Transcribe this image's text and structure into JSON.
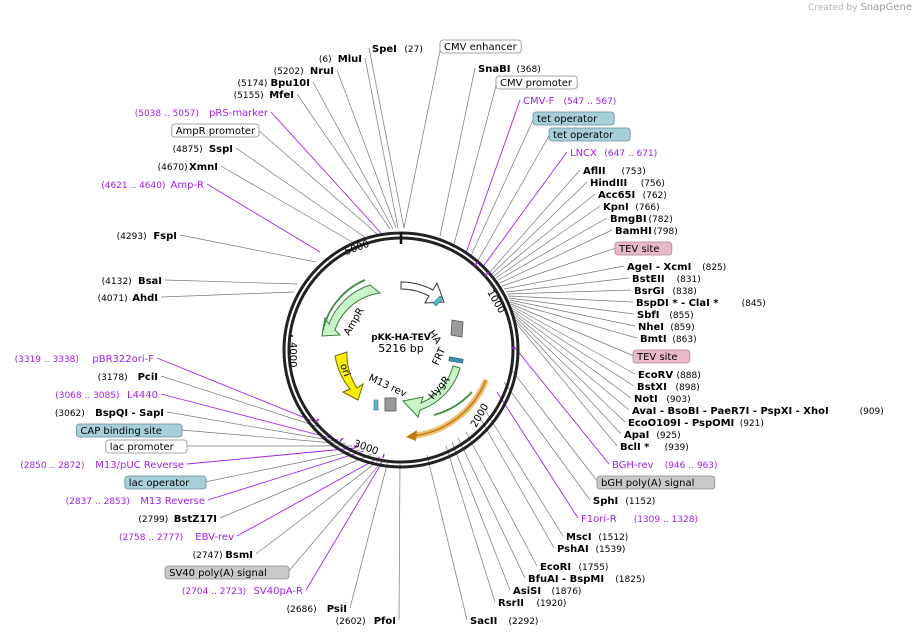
{
  "watermark": {
    "prefix": "Created by",
    "brand": "SnapGene"
  },
  "plasmid": {
    "name": "pKK-HA-TEV",
    "length": "5216 bp"
  },
  "ticks": [
    "1000",
    "2000",
    "3000",
    "4000",
    "5000"
  ],
  "map_features": [
    "HA",
    "FRT",
    "HygR",
    "AmpR",
    "ori",
    "M13 rev"
  ],
  "enzymes_right": [
    {
      "name": "SpeI",
      "pos": "(27)"
    },
    {
      "name": "SnaBI",
      "pos": "(368)"
    },
    {
      "name": "AflII",
      "pos": "(753)"
    },
    {
      "name": "HindIII",
      "pos": "(756)"
    },
    {
      "name": "Acc65I",
      "pos": "(762)"
    },
    {
      "name": "KpnI",
      "pos": "(766)"
    },
    {
      "name": "BmgBI",
      "pos": "(782)"
    },
    {
      "name": "BamHI",
      "pos": "(798)"
    },
    {
      "name": "AgeI - XcmI",
      "pos": "(825)"
    },
    {
      "name": "BstEII",
      "pos": "(831)"
    },
    {
      "name": "BsrGI",
      "pos": "(838)"
    },
    {
      "name": "BspDI * - ClaI *",
      "pos": "(845)"
    },
    {
      "name": "SbfI",
      "pos": "(855)"
    },
    {
      "name": "NheI",
      "pos": "(859)"
    },
    {
      "name": "BmtI",
      "pos": "(863)"
    },
    {
      "name": "EcoRV",
      "pos": "(888)"
    },
    {
      "name": "BstXI",
      "pos": "(898)"
    },
    {
      "name": "NotI",
      "pos": "(903)"
    },
    {
      "name": "AvaI - BsoBI - PaeR7I - PspXI - XhoI",
      "pos": "(909)"
    },
    {
      "name": "EcoO109I - PspOMI",
      "pos": "(921)"
    },
    {
      "name": "ApaI",
      "pos": "(925)"
    },
    {
      "name": "BclI *",
      "pos": "(939)"
    },
    {
      "name": "SphI",
      "pos": "(1152)"
    },
    {
      "name": "MscI",
      "pos": "(1512)"
    },
    {
      "name": "PshAI",
      "pos": "(1539)"
    },
    {
      "name": "EcoRI",
      "pos": "(1755)"
    },
    {
      "name": "BfuAI - BspMI",
      "pos": "(1825)"
    },
    {
      "name": "AsiSI",
      "pos": "(1876)"
    },
    {
      "name": "RsrII",
      "pos": "(1920)"
    },
    {
      "name": "SacII",
      "pos": "(2292)"
    }
  ],
  "enzymes_left": [
    {
      "name": "MluI",
      "pos": "(6)"
    },
    {
      "name": "NruI",
      "pos": "(5202)"
    },
    {
      "name": "Bpu10I",
      "pos": "(5174)"
    },
    {
      "name": "MfeI",
      "pos": "(5155)"
    },
    {
      "name": "SspI",
      "pos": "(4875)"
    },
    {
      "name": "XmnI",
      "pos": "(4670)"
    },
    {
      "name": "FspI",
      "pos": "(4293)"
    },
    {
      "name": "BsaI",
      "pos": "(4132)"
    },
    {
      "name": "AhdI",
      "pos": "(4071)"
    },
    {
      "name": "PciI",
      "pos": "(3178)"
    },
    {
      "name": "BspQI - SapI",
      "pos": "(3062)"
    },
    {
      "name": "BstZ17I",
      "pos": "(2799)"
    },
    {
      "name": "BsmI",
      "pos": "(2747)"
    },
    {
      "name": "PsiI",
      "pos": "(2686)"
    },
    {
      "name": "PfoI",
      "pos": "(2602)"
    }
  ],
  "primers": [
    {
      "name": "CMV-F",
      "pos": "(547 .. 567)"
    },
    {
      "name": "LNCX",
      "pos": "(647 .. 671)"
    },
    {
      "name": "BGH-rev",
      "pos": "(946 .. 963)"
    },
    {
      "name": "F1ori-R",
      "pos": "(1309 .. 1328)"
    },
    {
      "name": "pRS-marker",
      "pos": "(5038 .. 5057)"
    },
    {
      "name": "Amp-R",
      "pos": "(4621 .. 4640)"
    },
    {
      "name": "pBR322ori-F",
      "pos": "(3319 .. 3338)"
    },
    {
      "name": "L4440",
      "pos": "(3068 .. 3085)"
    },
    {
      "name": "M13/pUC Reverse",
      "pos": "(2850 .. 2872)"
    },
    {
      "name": "M13 Reverse",
      "pos": "(2837 .. 2853)"
    },
    {
      "name": "EBV-rev",
      "pos": "(2758 .. 2777)"
    },
    {
      "name": "SV40pA-R",
      "pos": "(2704 .. 2723)"
    }
  ],
  "feature_boxes": [
    {
      "name": "CMV enhancer",
      "style": "white"
    },
    {
      "name": "CMV promoter",
      "style": "white"
    },
    {
      "name": "tet operator",
      "style": "teal"
    },
    {
      "name": "tet operator",
      "style": "teal"
    },
    {
      "name": "TEV site",
      "style": "pink"
    },
    {
      "name": "TEV site",
      "style": "pink"
    },
    {
      "name": "bGH poly(A) signal",
      "style": "gray"
    },
    {
      "name": "AmpR promoter",
      "style": "white"
    },
    {
      "name": "CAP binding site",
      "style": "teal"
    },
    {
      "name": "lac promoter",
      "style": "white"
    },
    {
      "name": "lac operator",
      "style": "teal"
    },
    {
      "name": "SV40 poly(A) signal",
      "style": "gray"
    }
  ]
}
